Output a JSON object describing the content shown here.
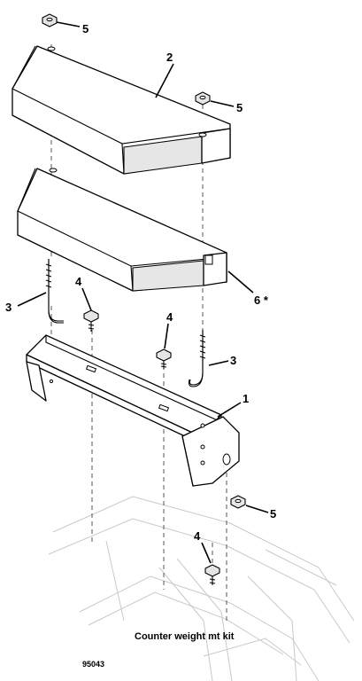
{
  "diagram": {
    "callouts": {
      "c1": "1",
      "c2": "2",
      "c3a": "3",
      "c3b": "3",
      "c4a": "4",
      "c4b": "4",
      "c4c": "4",
      "c5a": "5",
      "c5b": "5",
      "c5c": "5",
      "c6": "6 *"
    },
    "caption": "Counter weight mt kit",
    "figure_number": "95043"
  }
}
